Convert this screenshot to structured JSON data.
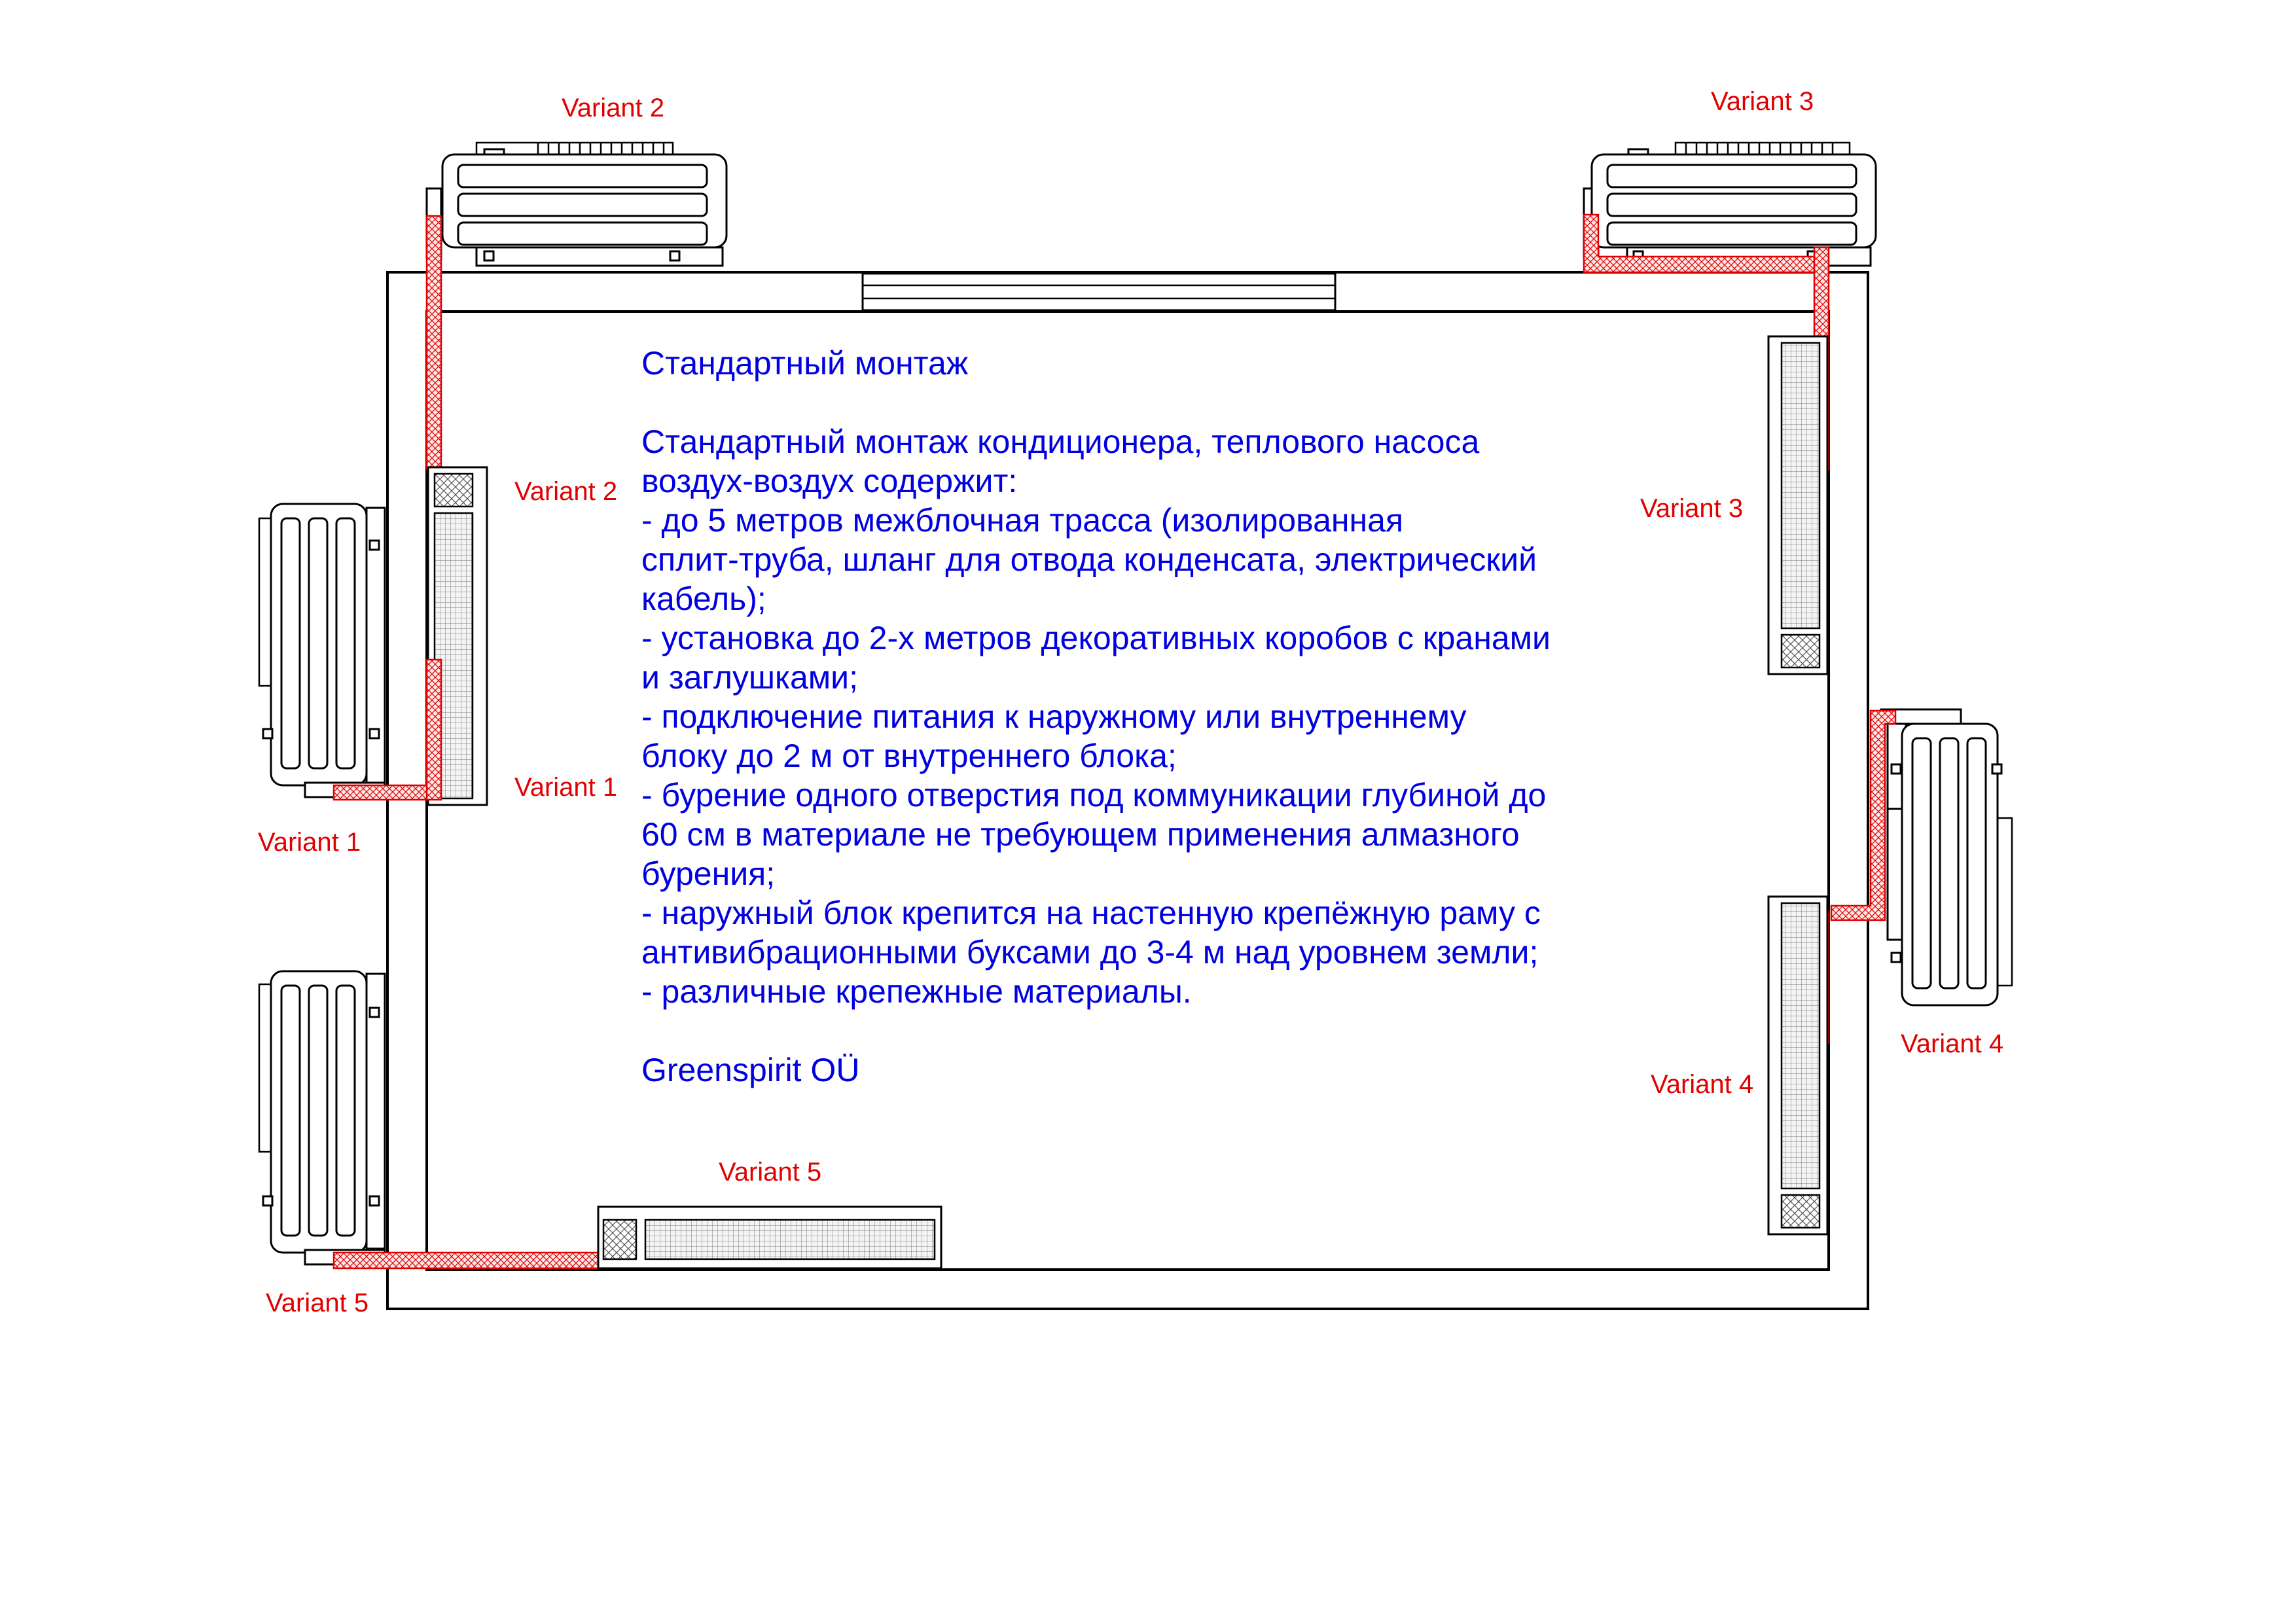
{
  "description": {
    "title": "Стандартный монтаж",
    "lines": [
      "Стандартный монтаж кондиционера, теплового насоса",
      "воздух-воздух содержит:",
      "- до 5 метров межблочная трасса (изолированная",
      "сплит-труба, шланг для отвода конденсата, электрический",
      "кабель);",
      "- установка до 2-х метров декоративных коробов с кранами",
      "и заглушками;",
      "- подключение питания к наружному или внутреннему",
      "блоку до 2 м от внутреннего блока;",
      "- бурение одного отверстия под коммуникации глубиной до",
      "60 см в материале не требующем применения алмазного",
      "бурения;",
      "- наружный блок крепится на настенную крепёжную раму с",
      "антивибрационными буксами до 3-4 м над уровнем земли;",
      "- различные крепежные материалы."
    ],
    "company": "Greenspirit OÜ"
  },
  "labels": {
    "outdoor_variant_1": "Variant 1",
    "outdoor_variant_2": "Variant 2",
    "outdoor_variant_3": "Variant 3",
    "outdoor_variant_4": "Variant 4",
    "outdoor_variant_5": "Variant 5",
    "indoor_variant_1": "Variant 1",
    "indoor_variant_2": "Variant 2",
    "indoor_variant_3": "Variant 3",
    "indoor_variant_4": "Variant 4",
    "indoor_variant_5": "Variant 5"
  },
  "colors": {
    "label": "#e00000",
    "description": "#0000e0",
    "pipe": "#e00000",
    "lines": "#000000"
  }
}
